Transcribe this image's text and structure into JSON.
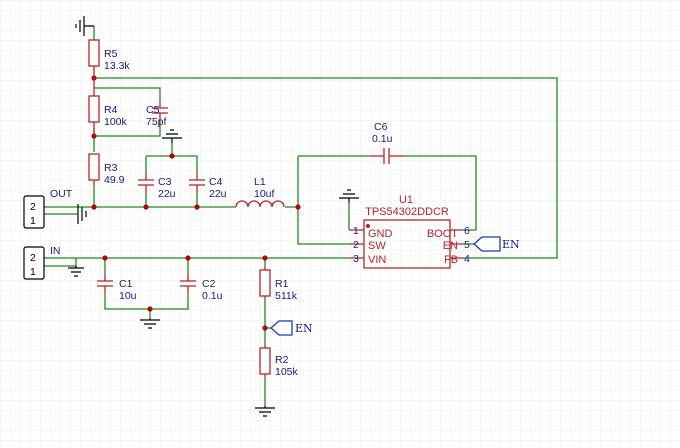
{
  "colors": {
    "wire": "#1f8a1f",
    "part": "#b3252b",
    "label": "#1a1a80",
    "junction": "#b3000f",
    "flag": "#1a3aaa",
    "ground": "#000000",
    "grid": "#e6e6e6"
  },
  "components": {
    "r5": {
      "ref": "R5",
      "value": "13.3k"
    },
    "r4": {
      "ref": "R4",
      "value": "100k"
    },
    "c5": {
      "ref": "C5",
      "value": "75pf"
    },
    "r3": {
      "ref": "R3",
      "value": "49.9"
    },
    "c3": {
      "ref": "C3",
      "value": "22u"
    },
    "c4": {
      "ref": "C4",
      "value": "22u"
    },
    "l1": {
      "ref": "L1",
      "value": "10uf"
    },
    "c6": {
      "ref": "C6",
      "value": "0.1u"
    },
    "c1": {
      "ref": "C1",
      "value": "10u"
    },
    "c2": {
      "ref": "C2",
      "value": "0.1u"
    },
    "r1": {
      "ref": "R1",
      "value": "511k"
    },
    "r2": {
      "ref": "R2",
      "value": "105k"
    }
  },
  "chip": {
    "ref": "U1",
    "name": "TPS54302DDCR",
    "pins": [
      {
        "num": "1",
        "name": "GND"
      },
      {
        "num": "2",
        "name": "SW"
      },
      {
        "num": "3",
        "name": "VIN"
      },
      {
        "num": "6",
        "name": "BOOT"
      },
      {
        "num": "5",
        "name": "EN"
      },
      {
        "num": "4",
        "name": "FB"
      }
    ]
  },
  "connectors": {
    "out": {
      "label": "OUT",
      "pins": [
        "2",
        "1"
      ]
    },
    "in": {
      "label": "IN",
      "pins": [
        "2",
        "1"
      ]
    }
  },
  "net_flags": {
    "en_chip": "EN",
    "en_divider": "EN"
  }
}
